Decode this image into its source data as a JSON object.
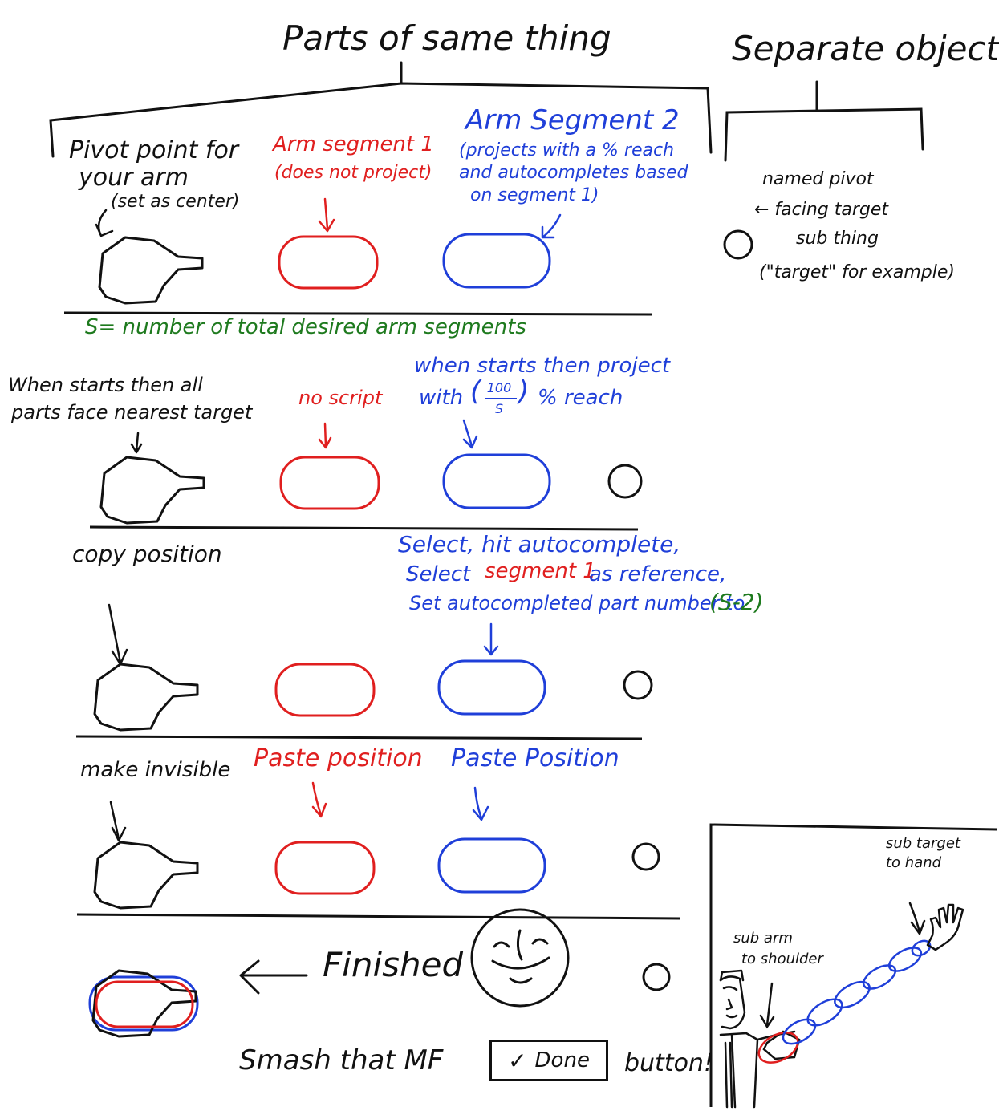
{
  "header": {
    "group_left": "Parts of same thing",
    "group_right": "Separate object"
  },
  "row1": {
    "pivot_line1": "Pivot point for",
    "pivot_line2": "your arm",
    "pivot_line3": "(set as center)",
    "seg1_line1": "Arm segment 1",
    "seg1_line2": "(does not project)",
    "seg2_line1": "Arm Segment 2",
    "seg2_line2": "(projects with a % reach",
    "seg2_line3": "and autocompletes based",
    "seg2_line4": "on    segment 1)",
    "target_line1": "named pivot",
    "target_line2": "← facing target",
    "target_line3": "sub thing",
    "target_line4": "(\"target\" for example)"
  },
  "s_definition": "S= number of total desired arm segments",
  "row2": {
    "pivot_line1": "When starts then all",
    "pivot_line2": "parts face nearest target",
    "seg1": "no script",
    "seg2_line1": "when starts then project",
    "seg2_with": "with",
    "seg2_num": "100",
    "seg2_den": "S",
    "seg2_reach": "%  reach"
  },
  "row3": {
    "pivot": "copy position",
    "seg2_line1": "Select, hit autocomplete,",
    "seg2_line2_a": "Select",
    "seg2_line2_b": "segment 1",
    "seg2_line2_c": "as reference,",
    "seg2_line3_a": "Set autocompleted part number to",
    "seg2_line3_b": "(S-2)"
  },
  "row4": {
    "pivot": "make invisible",
    "seg1": "Paste position",
    "seg2": "Paste Position"
  },
  "row5": {
    "finished": "Finished",
    "smash": "Smash that MF",
    "done": "Done",
    "button_word": "button!"
  },
  "inset": {
    "target_line1": "sub target",
    "target_line2": "to hand",
    "arm_line1": "sub arm",
    "arm_line2": "to shoulder"
  },
  "colors": {
    "ink": "#111111",
    "red": "#e01f1f",
    "blue": "#1f3fd9",
    "green": "#1e7a1e"
  }
}
